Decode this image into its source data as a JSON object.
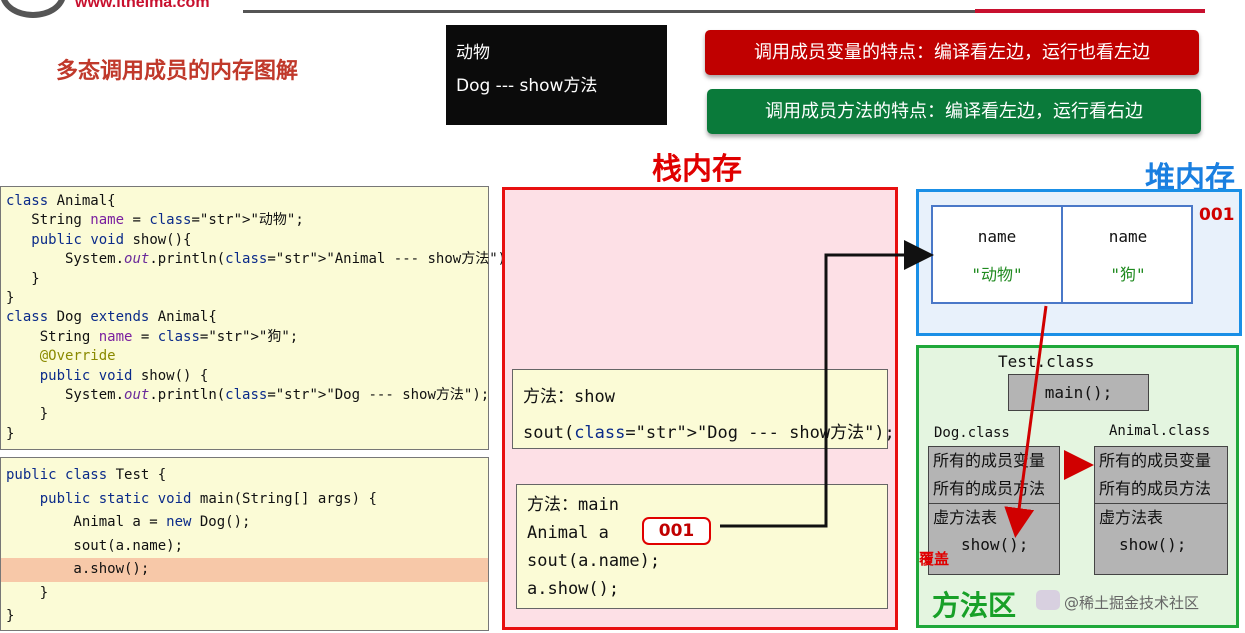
{
  "site_url": "www.itheima.com",
  "page_title": "多态调用成员的内存图解",
  "console_output": [
    "动物",
    "Dog --- show方法"
  ],
  "rules": {
    "variable": "调用成员变量的特点：编译看左边，运行也看左边",
    "method": "调用成员方法的特点：编译看左边，运行看右边"
  },
  "code_classes": [
    [
      {
        "t": "class Animal{",
        "c": "kw"
      },
      {
        "t": "   String name = \"动物\";",
        "c": ""
      },
      {
        "t": "   public void show(){",
        "c": "kw"
      },
      {
        "t": "       System.out.println(\"Animal --- show方法\");",
        "c": ""
      },
      {
        "t": "   }",
        "c": ""
      },
      {
        "t": "}",
        "c": ""
      },
      {
        "t": "class Dog extends Animal{",
        "c": "kw"
      },
      {
        "t": "    String name = \"狗\";",
        "c": ""
      },
      {
        "t": "    @Override",
        "c": "ann"
      },
      {
        "t": "    public void show() {",
        "c": "kw"
      },
      {
        "t": "       System.out.println(\"Dog --- show方法\");",
        "c": ""
      },
      {
        "t": "    }",
        "c": ""
      },
      {
        "t": "}",
        "c": ""
      }
    ]
  ],
  "code_test": [
    {
      "t": "public class Test {",
      "c": "kw"
    },
    {
      "t": "    public static void main(String[] args) {",
      "c": "kw"
    },
    {
      "t": "        Animal a = new Dog();",
      "c": ""
    },
    {
      "t": "        sout(a.name);",
      "c": ""
    },
    {
      "t": "        a.show();",
      "c": "hl"
    },
    {
      "t": "    }",
      "c": ""
    },
    {
      "t": "}",
      "c": ""
    }
  ],
  "stack": {
    "title": "栈内存",
    "frame_show": {
      "method": "方法：show",
      "line": "sout(\"Dog --- show方法\");"
    },
    "frame_main": {
      "method": "方法：main",
      "var": "Animal a",
      "ref": "001",
      "line1": "sout(a.name);",
      "line2": "a.show();"
    }
  },
  "heap": {
    "title": "堆内存",
    "address": "001",
    "fields": [
      {
        "name": "name",
        "value": "\"动物\""
      },
      {
        "name": "name",
        "value": "\"狗\""
      }
    ]
  },
  "method_area": {
    "title": "方法区",
    "test_class": "Test.class",
    "main": "main();",
    "dog_class": "Dog.class",
    "animal_class": "Animal.class",
    "rows": [
      "所有的成员变量",
      "所有的成员方法",
      "虚方法表",
      "show();"
    ],
    "cover_label": "覆盖"
  },
  "watermark": "@稀土掘金技术社区",
  "colors": {
    "red": "#c00000",
    "green": "#0a7a3a",
    "stack_border": "#e81010",
    "heap_border": "#1a8fe6",
    "method_border": "#1fa83a"
  }
}
